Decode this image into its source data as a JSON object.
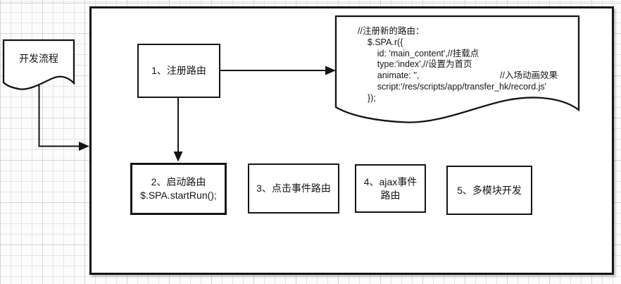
{
  "diagram": {
    "dev_doc": {
      "label": "开发流程"
    },
    "steps": [
      {
        "label": "1、注册路由"
      },
      {
        "label": "2、启动路由\n$.SPA.startRun();"
      },
      {
        "label": "3、点击事件路由"
      },
      {
        "label": "4、ajax事件\n路由"
      },
      {
        "label": "5、多模块开发"
      }
    ],
    "code_doc": {
      "code": "//注册新的路由：\n    $.SPA.r({\n        id: 'main_content',//挂载点\n        type:'index',//设置为首页\n        animate: '',                                 //入场动画效果\n        script:'/res/scripts/app/transfer_hk/record.js'\n    });"
    }
  },
  "colors": {
    "stroke": "#141414",
    "shape_fill": "#ffffff",
    "grid_minor": "#e4e4e4",
    "grid_major": "#d4d4d4"
  }
}
